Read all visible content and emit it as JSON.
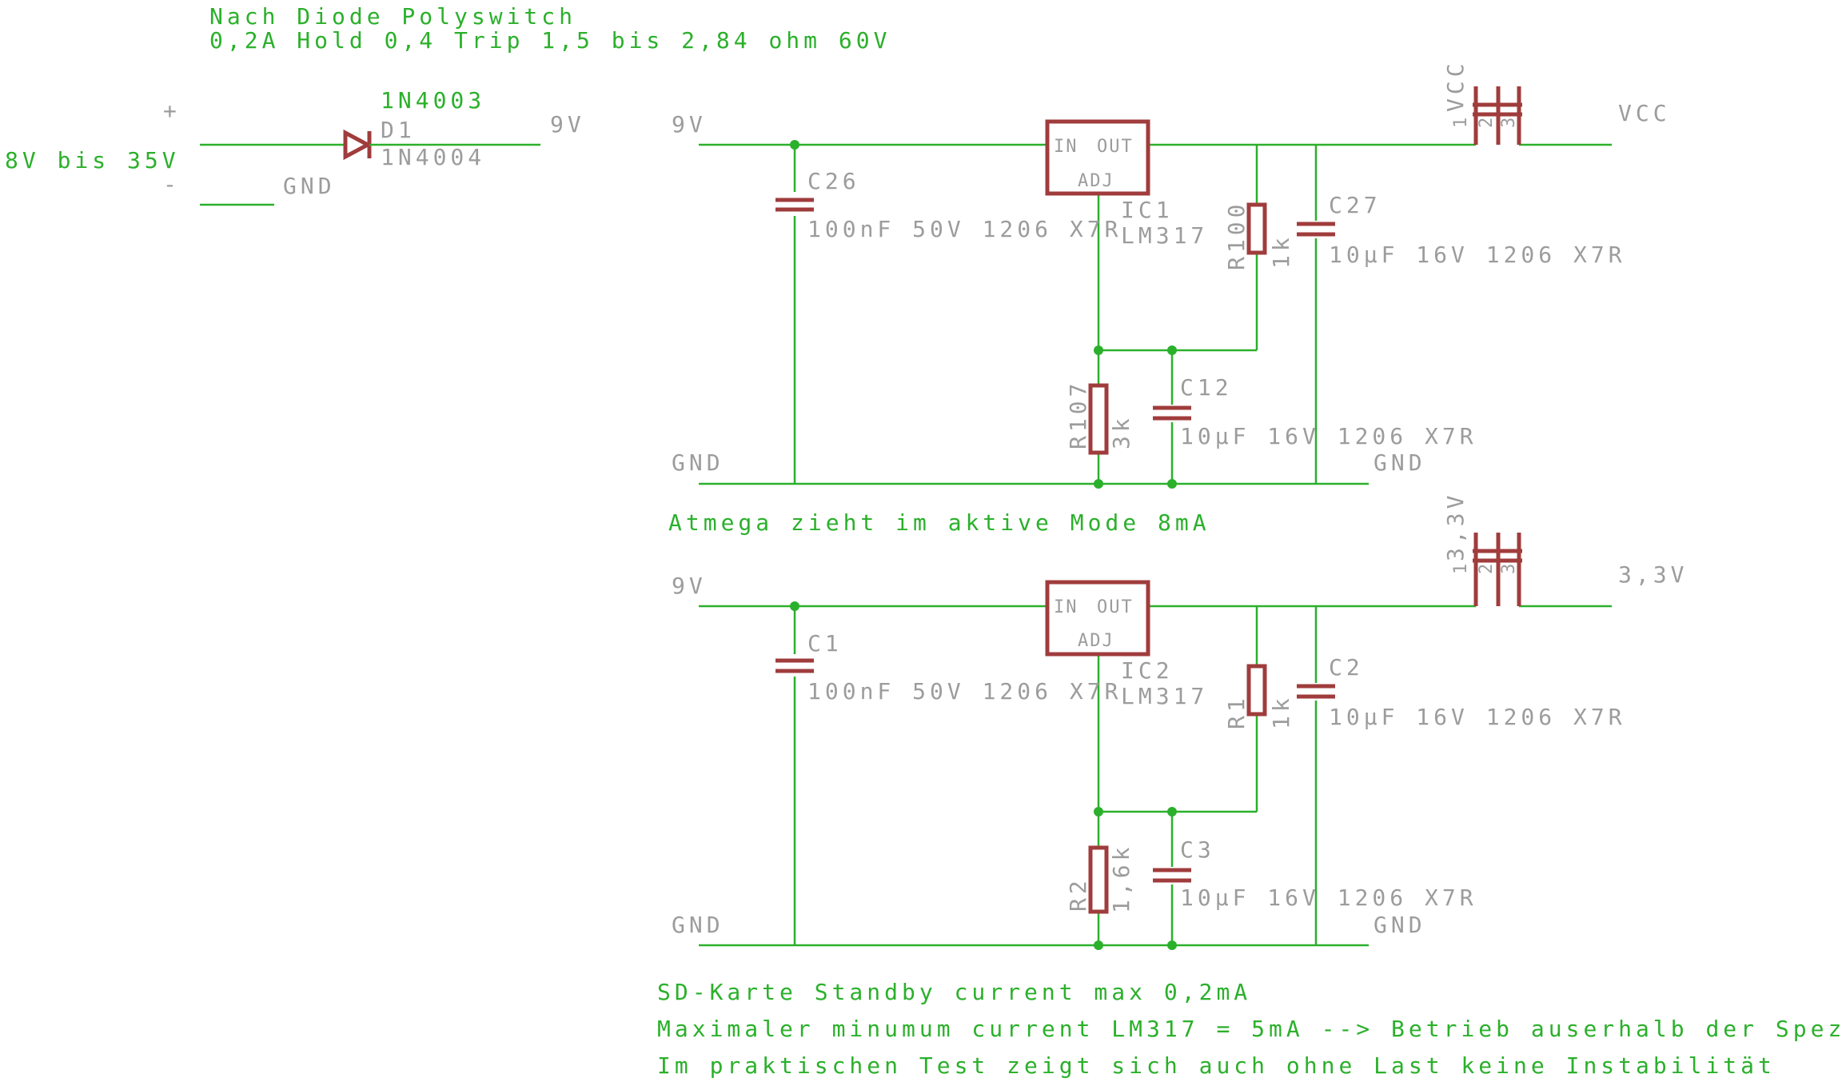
{
  "notes": {
    "top_line1": "Nach Diode Polyswitch",
    "top_line2": "0,2A Hold 0,4 Trip 1,5 bis 2,84 ohm 60V",
    "middle": "Atmega zieht im aktive Mode 8mA",
    "bottom_line1": "SD-Karte Standby current max 0,2mA",
    "bottom_line2": "Maximaler minumum current LM317 = 5mA --> Betrieb auserhalb der Spezifikationen!",
    "bottom_line3": "Im praktischen Test zeigt sich auch ohne Last keine Instabilität"
  },
  "input": {
    "voltage_range": "8V bis 35V",
    "plus": "+",
    "minus": "-",
    "gnd": "GND",
    "out_net": "9V"
  },
  "diode": {
    "value_top": "1N4003",
    "name": "D1",
    "value": "1N4004"
  },
  "reg1": {
    "in_net": "9V",
    "gnd_left": "GND",
    "gnd_right": "GND",
    "out_net": "VCC",
    "ic_name": "IC1",
    "ic_value": "LM317",
    "pin_in": "IN",
    "pin_out": "OUT",
    "pin_adj": "ADJ",
    "cin_name": "C26",
    "cin_value": "100nF 50V 1206 X7R",
    "rtop_name": "R100",
    "rtop_value": "1k",
    "cout_name": "C27",
    "cout_value": "10µF 16V 1206 X7R",
    "rbot_name": "R107",
    "rbot_value": "3k",
    "cadj_name": "C12",
    "cadj_value": "10µF 16V 1206 X7R",
    "jumper_name": "VCC",
    "jumper_pins": [
      "1",
      "2",
      "3"
    ]
  },
  "reg2": {
    "in_net": "9V",
    "gnd_left": "GND",
    "gnd_right": "GND",
    "out_net": "3,3V",
    "ic_name": "IC2",
    "ic_value": "LM317",
    "pin_in": "IN",
    "pin_out": "OUT",
    "pin_adj": "ADJ",
    "cin_name": "C1",
    "cin_value": "100nF 50V 1206 X7R",
    "rtop_name": "R1",
    "rtop_value": "1k",
    "cout_name": "C2",
    "cout_value": "10µF 16V 1206 X7R",
    "rbot_name": "R2",
    "rbot_value": "1,6k",
    "cadj_name": "C3",
    "cadj_value": "10µF 16V 1206 X7R",
    "jumper_name": "3,3V",
    "jumper_pins": [
      "1",
      "2",
      "3"
    ]
  },
  "colors": {
    "wire": "#2bb02b",
    "part": "#a03c3c",
    "label": "#9c9c9c"
  }
}
